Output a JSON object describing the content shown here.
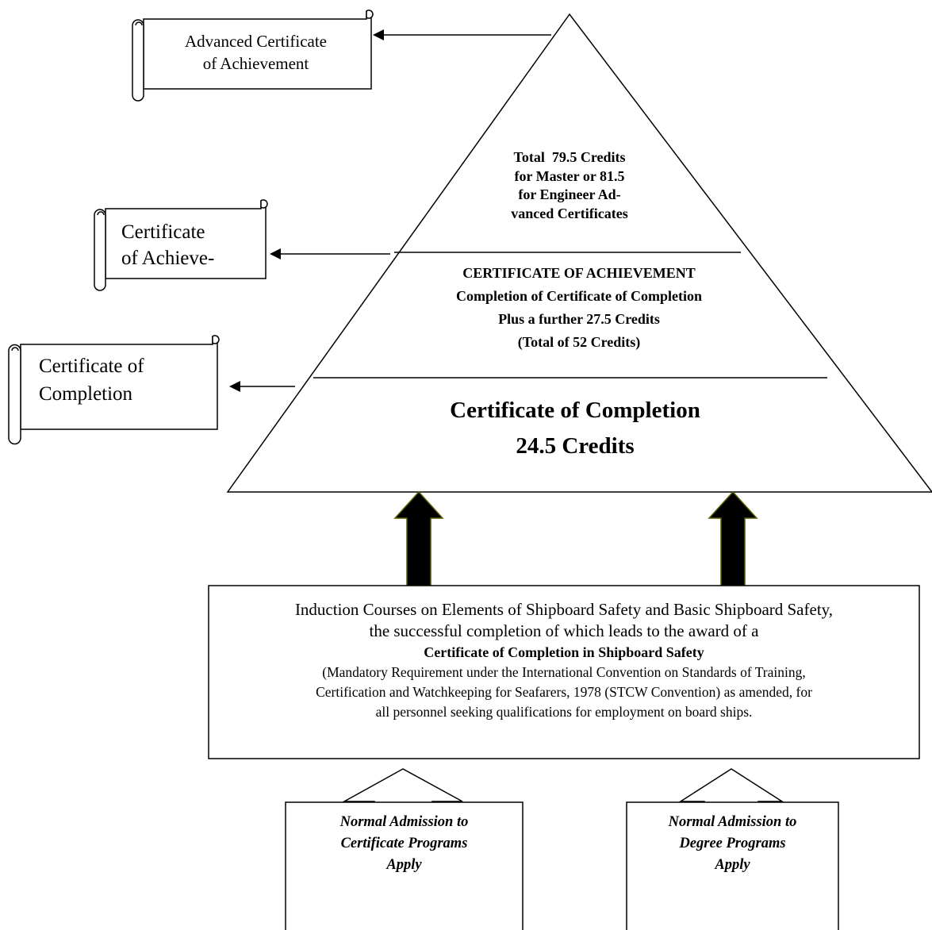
{
  "scrolls": {
    "advanced": {
      "lines": [
        "Advanced Certificate",
        "of Achievement"
      ]
    },
    "achievement": {
      "lines": [
        "Certificate",
        "of Achieve-"
      ]
    },
    "completion": {
      "lines": [
        "Certificate of",
        "Completion"
      ]
    }
  },
  "pyramid": {
    "top": {
      "lines": [
        "Total  79.5 Credits",
        "for Master or 81.5",
        "for Engineer Ad-",
        "vanced Certificates"
      ]
    },
    "middle": {
      "lines": [
        "CERTIFICATE OF ACHIEVEMENT",
        "Completion of Certificate of Completion",
        "Plus a further 27.5 Credits",
        "(Total of 52 Credits)"
      ]
    },
    "bottom": {
      "lines": [
        "Certificate of Completion",
        "24.5 Credits"
      ]
    }
  },
  "induction": {
    "line1": "Induction Courses on Elements of Shipboard Safety and Basic Shipboard Safety,",
    "line2": "the successful completion of which leads to the award of a",
    "bold": "Certificate of Completion in Shipboard Safety",
    "line4": "(Mandatory Requirement under the International Convention on Standards of Training,",
    "line5": "Certification and Watchkeeping for Seafarers, 1978 (STCW Convention) as amended, for",
    "line6": "all personnel seeking qualifications for employment on board ships."
  },
  "admission": {
    "certificate": {
      "lines": [
        "Normal Admission to",
        "Certificate Programs",
        "Apply"
      ]
    },
    "degree": {
      "lines": [
        "Normal Admission to",
        "Degree Programs",
        "Apply"
      ]
    }
  },
  "colors": {
    "line": "#000000",
    "arrow_fill": "#000000",
    "arrow_edge": "#5a5a00",
    "background": "#ffffff"
  }
}
